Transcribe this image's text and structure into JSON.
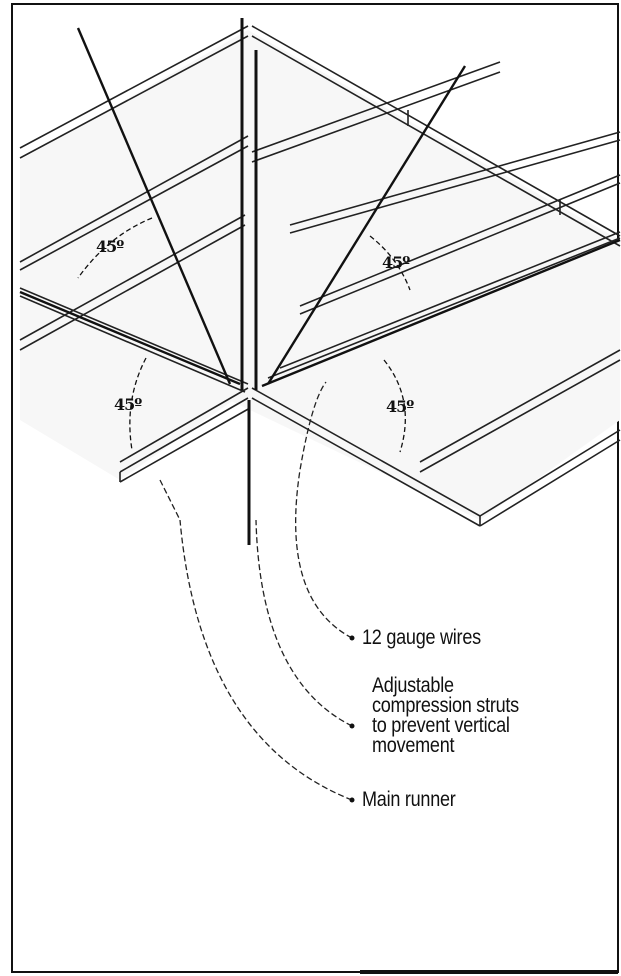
{
  "diagram": {
    "angle_labels": [
      "45º",
      "45º",
      "45º",
      "45º"
    ],
    "callouts": {
      "wires": "12 gauge wires",
      "struts": "Adjustable\ncompression struts\nto prevent vertical\nmovement",
      "runner": "Main runner"
    }
  }
}
